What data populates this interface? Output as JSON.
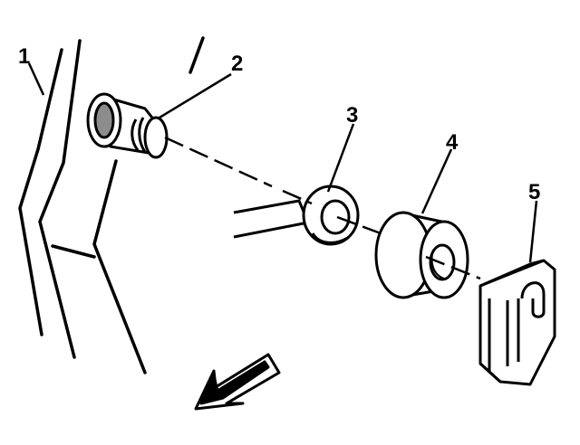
{
  "diagram": {
    "callouts": [
      {
        "id": "1",
        "label": "1"
      },
      {
        "id": "2",
        "label": "2"
      },
      {
        "id": "3",
        "label": "3"
      },
      {
        "id": "4",
        "label": "4"
      },
      {
        "id": "5",
        "label": "5"
      }
    ],
    "colors": {
      "ink": "#000000",
      "paper": "#ffffff",
      "shade": "#8c8c8c"
    }
  }
}
